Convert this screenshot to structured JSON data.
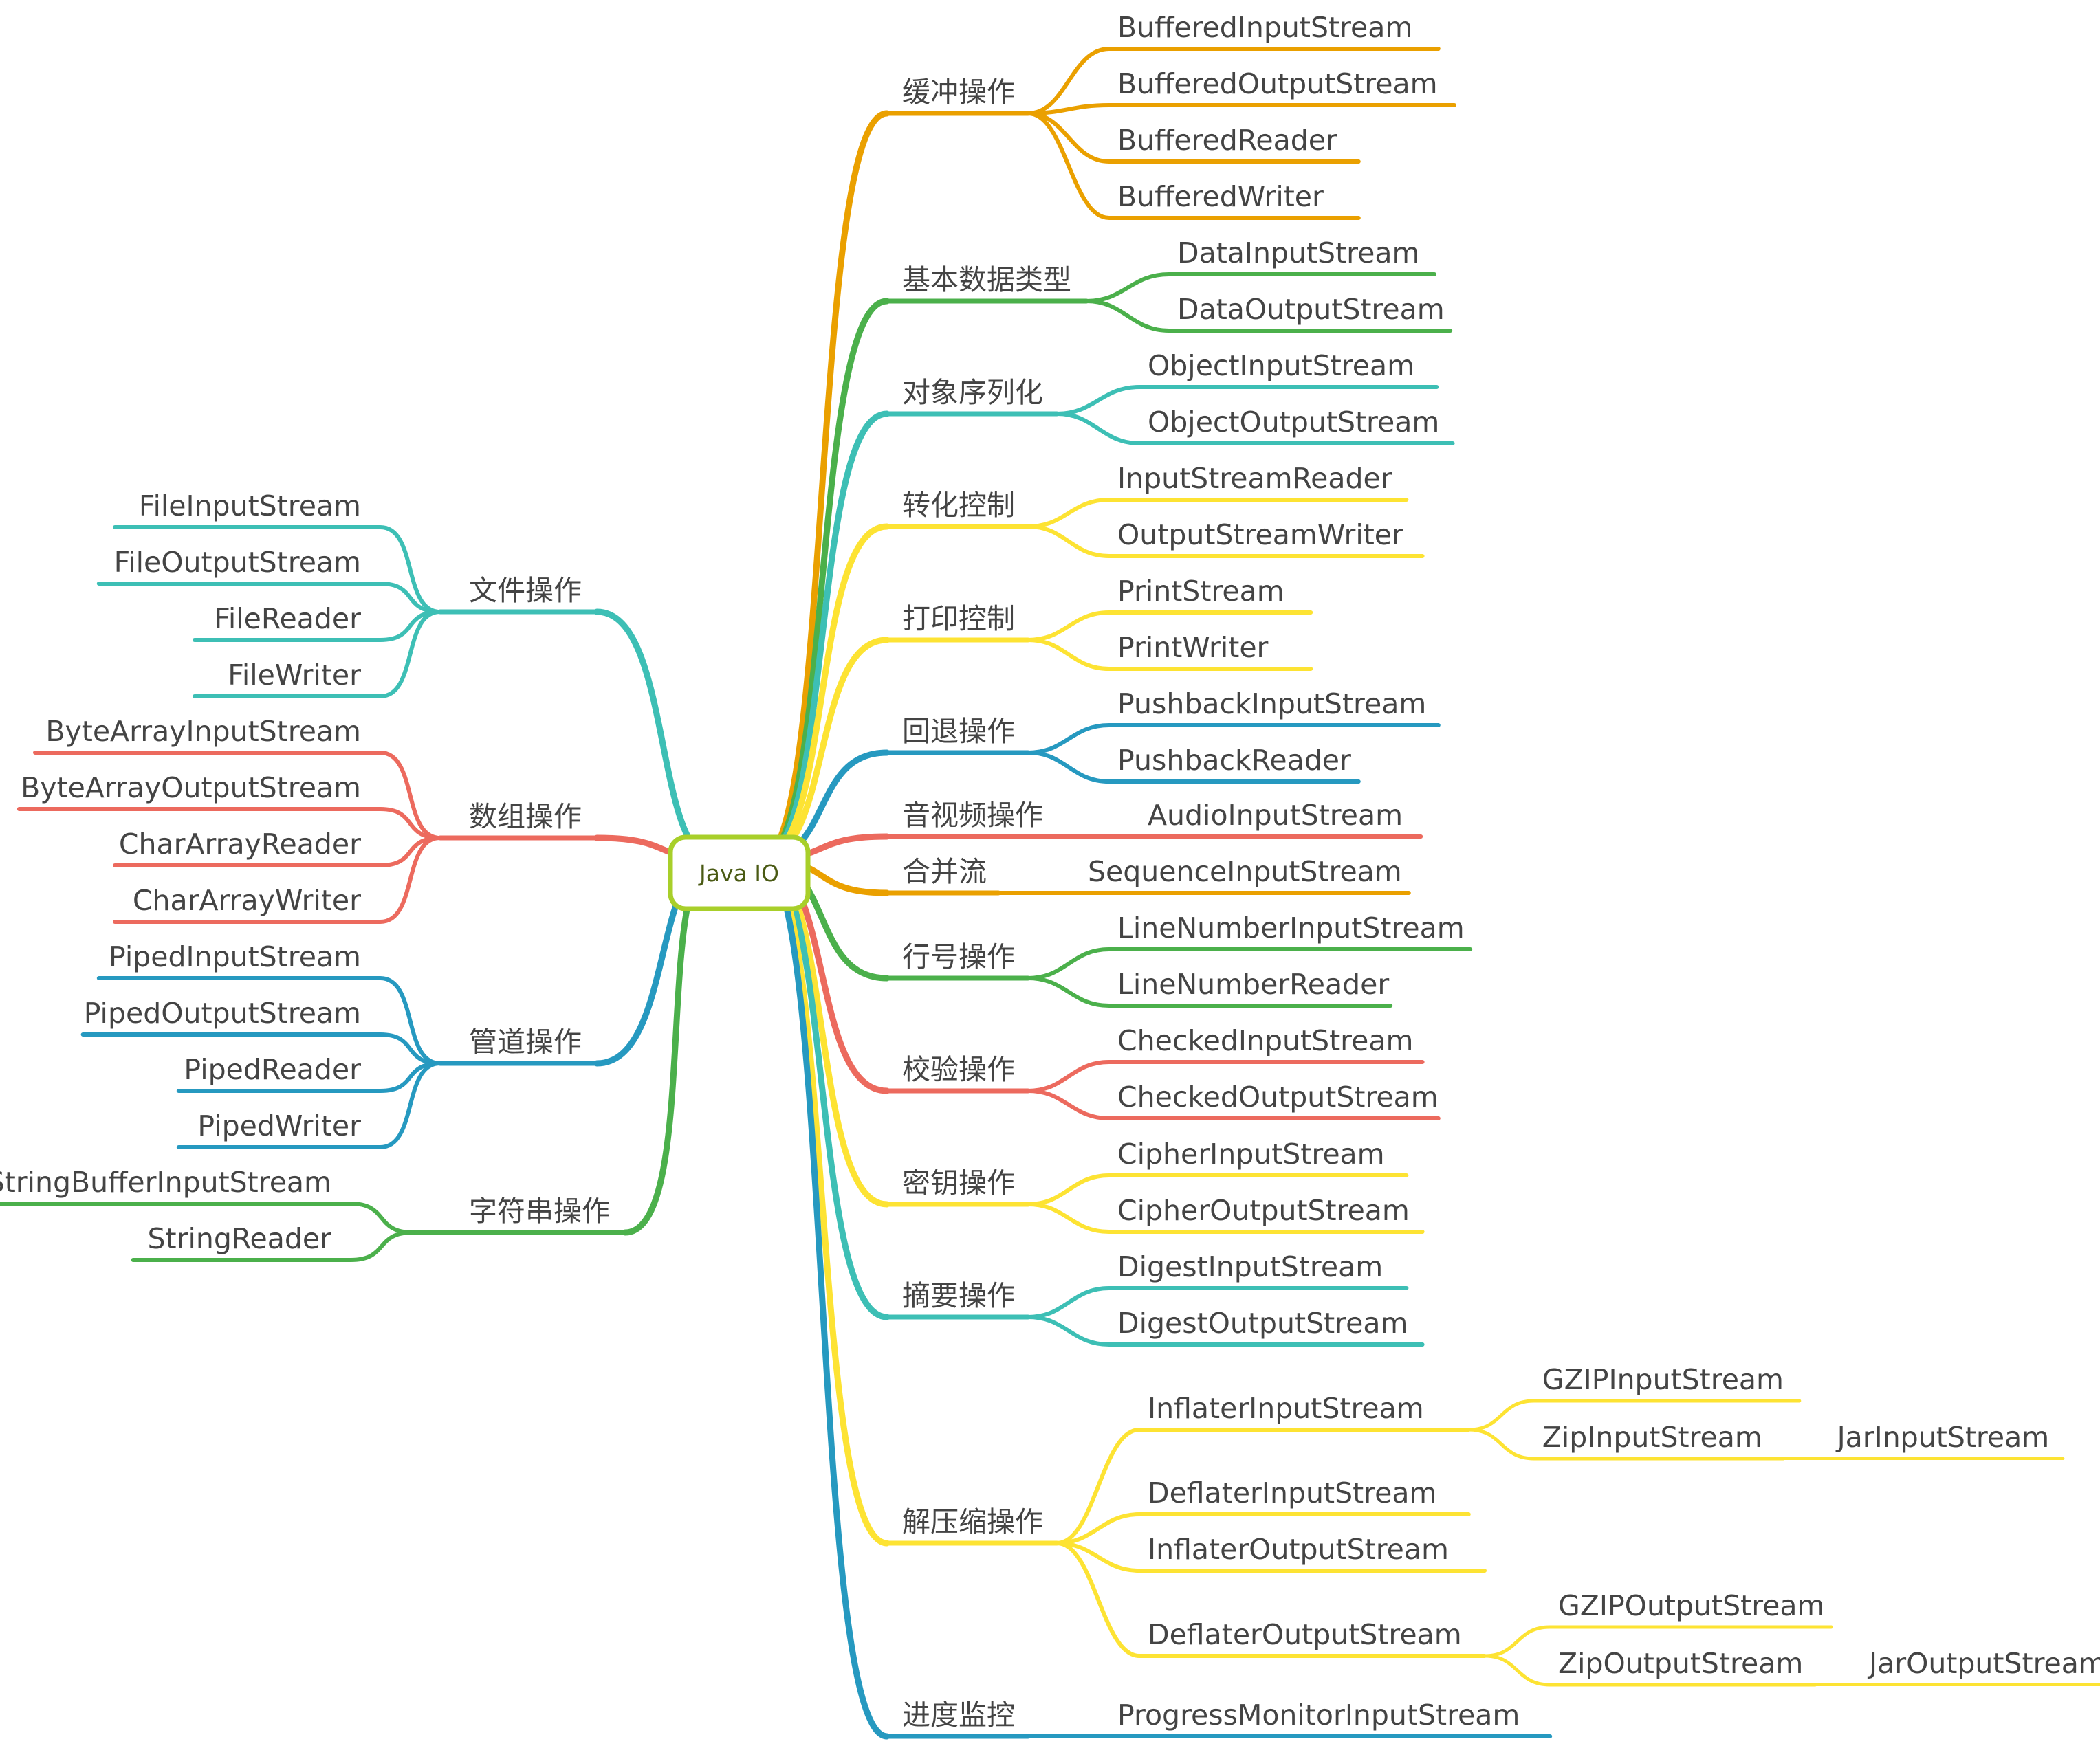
{
  "center": {
    "label": "Java IO",
    "border": "#a8cf2a",
    "text_color": "#4a5a14"
  },
  "colors": {
    "orange": "#eaa000",
    "green": "#4bb04b",
    "teal": "#3dbfb5",
    "yellow": "#fde333",
    "blue": "#2699c0",
    "red": "#ec6a5e"
  },
  "left": [
    {
      "label": "文件操作",
      "color": "teal",
      "items": [
        {
          "label": "FileInputStream"
        },
        {
          "label": "FileOutputStream"
        },
        {
          "label": "FileReader"
        },
        {
          "label": "FileWriter"
        }
      ]
    },
    {
      "label": "数组操作",
      "color": "red",
      "items": [
        {
          "label": "ByteArrayInputStream"
        },
        {
          "label": "ByteArrayOutputStream"
        },
        {
          "label": "CharArrayReader"
        },
        {
          "label": "CharArrayWriter"
        }
      ]
    },
    {
      "label": "管道操作",
      "color": "blue",
      "items": [
        {
          "label": "PipedInputStream"
        },
        {
          "label": "PipedOutputStream"
        },
        {
          "label": "PipedReader"
        },
        {
          "label": "PipedWriter"
        }
      ]
    },
    {
      "label": "字符串操作",
      "color": "green",
      "items": [
        {
          "label": "StringBufferInputStream"
        },
        {
          "label": "StringReader"
        }
      ]
    }
  ],
  "right": [
    {
      "label": "缓冲操作",
      "color": "orange",
      "items": [
        {
          "label": "BufferedInputStream"
        },
        {
          "label": "BufferedOutputStream"
        },
        {
          "label": "BufferedReader"
        },
        {
          "label": "BufferedWriter"
        }
      ]
    },
    {
      "label": "基本数据类型",
      "color": "green",
      "items": [
        {
          "label": "DataInputStream"
        },
        {
          "label": "DataOutputStream"
        }
      ]
    },
    {
      "label": "对象序列化",
      "color": "teal",
      "items": [
        {
          "label": "ObjectInputStream"
        },
        {
          "label": "ObjectOutputStream"
        }
      ]
    },
    {
      "label": "转化控制",
      "color": "yellow",
      "items": [
        {
          "label": "InputStreamReader"
        },
        {
          "label": "OutputStreamWriter"
        }
      ]
    },
    {
      "label": "打印控制",
      "color": "yellow",
      "items": [
        {
          "label": "PrintStream"
        },
        {
          "label": "PrintWriter"
        }
      ]
    },
    {
      "label": "回退操作",
      "color": "blue",
      "items": [
        {
          "label": "PushbackInputStream"
        },
        {
          "label": "PushbackReader"
        }
      ]
    },
    {
      "label": "音视频操作",
      "color": "red",
      "items": [
        {
          "label": "AudioInputStream"
        }
      ]
    },
    {
      "label": "合并流",
      "color": "orange",
      "items": [
        {
          "label": "SequenceInputStream"
        }
      ]
    },
    {
      "label": "行号操作",
      "color": "green",
      "items": [
        {
          "label": "LineNumberInputStream"
        },
        {
          "label": "LineNumberReader"
        }
      ]
    },
    {
      "label": "校验操作",
      "color": "red",
      "items": [
        {
          "label": "CheckedInputStream"
        },
        {
          "label": "CheckedOutputStream"
        }
      ]
    },
    {
      "label": "密钥操作",
      "color": "yellow",
      "items": [
        {
          "label": "CipherInputStream"
        },
        {
          "label": "CipherOutputStream"
        }
      ]
    },
    {
      "label": "摘要操作",
      "color": "teal",
      "items": [
        {
          "label": "DigestInputStream"
        },
        {
          "label": "DigestOutputStream"
        }
      ]
    },
    {
      "label": "解压缩操作",
      "color": "yellow",
      "items": [
        {
          "label": "InflaterInputStream",
          "children": [
            {
              "label": "GZIPInputStream"
            },
            {
              "label": "ZipInputStream",
              "children": [
                {
                  "label": "JarInputStream"
                }
              ]
            }
          ]
        },
        {
          "label": "DeflaterInputStream"
        },
        {
          "label": "InflaterOutputStream"
        },
        {
          "label": "DeflaterOutputStream",
          "children": [
            {
              "label": "GZIPOutputStream"
            },
            {
              "label": "ZipOutputStream",
              "children": [
                {
                  "label": "JarOutputStream"
                }
              ]
            }
          ]
        }
      ]
    },
    {
      "label": "进度监控",
      "color": "blue",
      "items": [
        {
          "label": "ProgressMonitorInputStream"
        }
      ]
    }
  ]
}
